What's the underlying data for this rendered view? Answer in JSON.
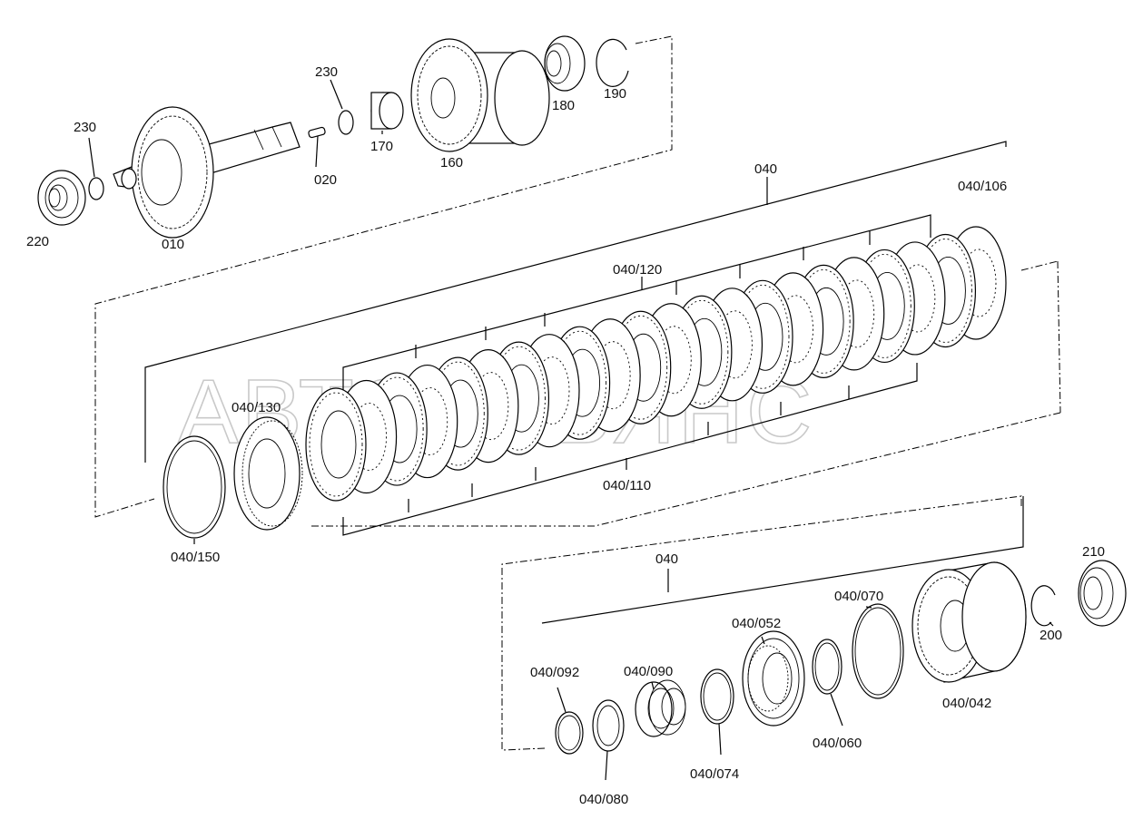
{
  "watermark": "АВТОАЛЬЯНС",
  "labels": {
    "p220": "220",
    "p230a": "230",
    "p010": "010",
    "p230b": "230",
    "p020": "020",
    "p170": "170",
    "p160": "160",
    "p180": "180",
    "p190": "190",
    "p040top": "040",
    "p040_106": "040/106",
    "p040_120": "040/120",
    "p040_130": "040/130",
    "p040_110": "040/110",
    "p040_150": "040/150",
    "p040bot": "040",
    "p210": "210",
    "p200": "200",
    "p040_070": "040/070",
    "p040_052": "040/052",
    "p040_092": "040/092",
    "p040_090": "040/090",
    "p040_042": "040/042",
    "p040_060": "040/060",
    "p040_074": "040/074",
    "p040_080": "040/080"
  }
}
